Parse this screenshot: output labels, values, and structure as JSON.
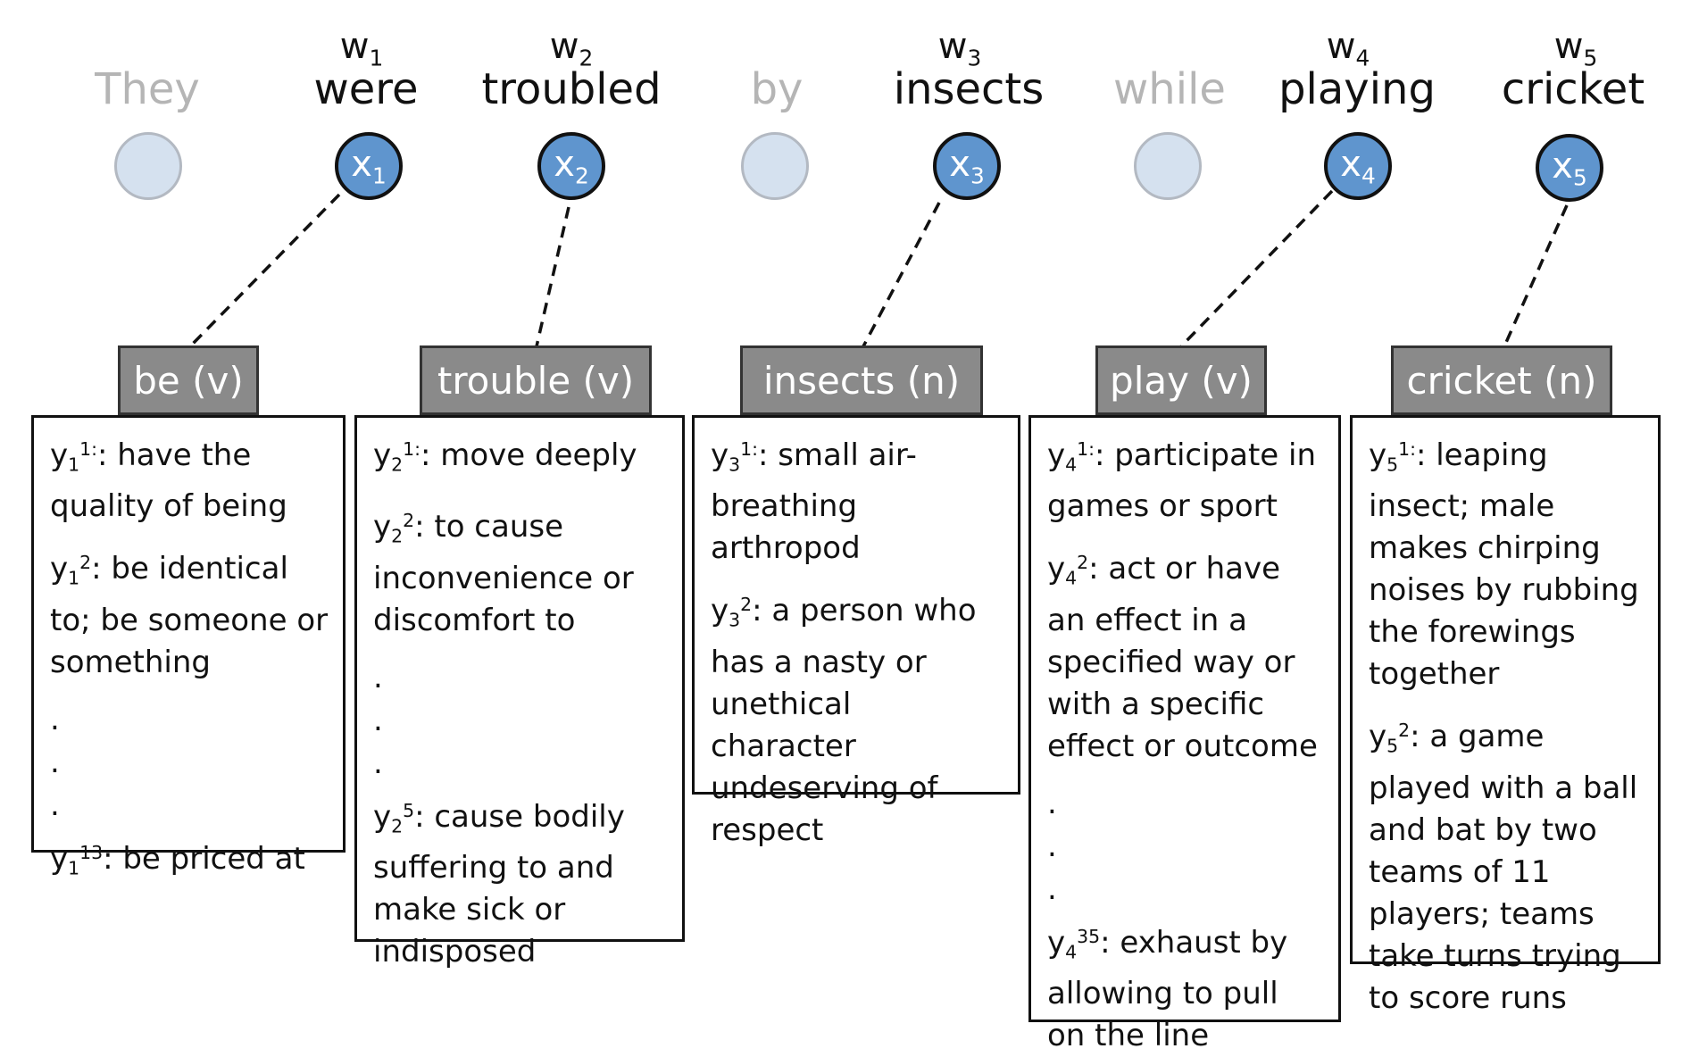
{
  "tokens": [
    {
      "text": "They",
      "faded": true
    },
    {
      "text": "were",
      "faded": false,
      "w_base": "w",
      "w_sub": "1",
      "x_base": "x",
      "x_sub": "1"
    },
    {
      "text": "troubled",
      "faded": false,
      "w_base": "w",
      "w_sub": "2",
      "x_base": "x",
      "x_sub": "2"
    },
    {
      "text": "by",
      "faded": true
    },
    {
      "text": "insects",
      "faded": false,
      "w_base": "w",
      "w_sub": "3",
      "x_base": "x",
      "x_sub": "3"
    },
    {
      "text": "while",
      "faded": true
    },
    {
      "text": "playing",
      "faded": false,
      "w_base": "w",
      "w_sub": "4",
      "x_base": "x",
      "x_sub": "4"
    },
    {
      "text": "cricket",
      "faded": false,
      "w_base": "w",
      "w_sub": "5",
      "x_base": "x",
      "x_sub": "5"
    }
  ],
  "senses": [
    {
      "header": "be (v)",
      "entries": [
        {
          "sub": "1",
          "sup": "1:",
          "text": ": have the quality of being"
        },
        {
          "sub": "1",
          "sup": "2",
          "text": ": be identical to; be someone or something"
        },
        {
          "dots": [
            ".",
            " .",
            "."
          ]
        },
        {
          "sub": "1",
          "sup": "13",
          "text": ": be priced at"
        }
      ]
    },
    {
      "header": "trouble (v)",
      "entries": [
        {
          "sub": "2",
          "sup": "1:",
          "text": ": move deeply"
        },
        {
          "sub": "2",
          "sup": "2",
          "text": ": to cause inconvenience or discomfort to"
        },
        {
          "dots": [
            ".",
            ".",
            "."
          ]
        },
        {
          "sub": "2",
          "sup": "5",
          "text": ": cause bodily suffering to and make sick or indisposed"
        }
      ]
    },
    {
      "header": "insects (n)",
      "entries": [
        {
          "sub": "3",
          "sup": "1:",
          "text": ": small air-breathing arthropod"
        },
        {
          "sub": "3",
          "sup": "2",
          "text": ": a person who has a nasty or unethical character undeserving of respect"
        }
      ]
    },
    {
      "header": "play (v)",
      "entries": [
        {
          "sub": "4",
          "sup": "1:",
          "text": ": participate in games or sport"
        },
        {
          "sub": "4",
          "sup": "2",
          "text": ": act or have an effect in a specified way or with a specific effect or outcome"
        },
        {
          "dots": [
            ".",
            ".",
            "."
          ]
        },
        {
          "sub": "4",
          "sup": "35",
          "text": ": exhaust by allowing to pull on the line"
        }
      ]
    },
    {
      "header": "cricket (n)",
      "entries": [
        {
          "sub": "5",
          "sup": "1:",
          "text": ": leaping insect; male makes chirping noises by rubbing the forewings together"
        },
        {
          "sub": "5",
          "sup": "2",
          "text": ": a game played with a ball and bat by two teams of 11 players; teams take turns trying to score runs"
        }
      ]
    }
  ],
  "sense_symbol": "y",
  "colors": {
    "target_node": "#5f95ce",
    "faded_node": "#d5e1ef",
    "header_bg": "#8a8a8a",
    "faded_text": "#b5b5b5"
  }
}
